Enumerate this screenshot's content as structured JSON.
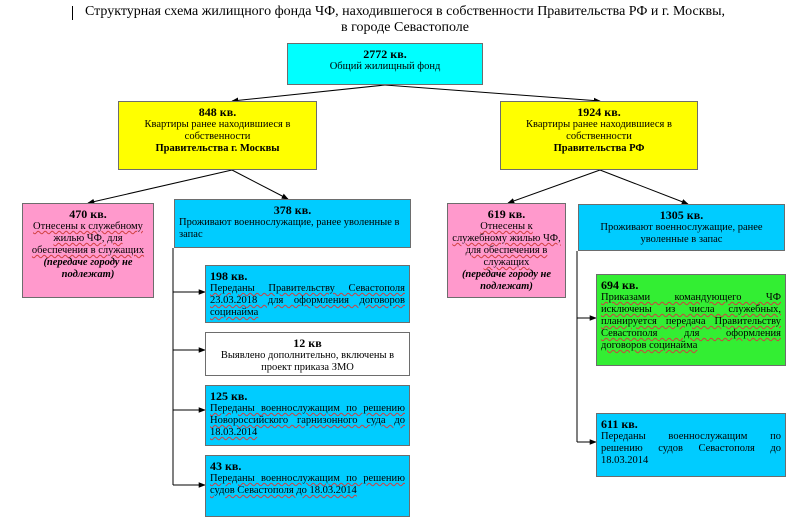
{
  "title": {
    "line1": "Структурная схема жилищного фонда ЧФ, находившегося в собственности Правительства РФ и г. Москвы,",
    "line2": "в городе Севастополе"
  },
  "colors": {
    "root": "#00ffff",
    "owner": "#ffff00",
    "service": "#ff99cc",
    "military": "#00ccff",
    "command_order": "#33ee33",
    "additional": "#ffffff"
  },
  "nodes": {
    "root": {
      "count": "2772 кв.",
      "text": "Общий жилищный фонд"
    },
    "moscow": {
      "count": "848 кв.",
      "text": "Квартиры ранее находившиеся в собственности",
      "owner": "Правительства г. Москвы"
    },
    "rf": {
      "count": "1924 кв.",
      "text": "Квартиры ранее находившиеся в собственности",
      "owner": "Правительства РФ"
    },
    "moscow_service": {
      "count": "470 кв.",
      "text": "Отнесены к служебному жилью ЧФ, для обеспечения в служащих",
      "note": "(передаче городу не подлежат)"
    },
    "moscow_military": {
      "count": "378 кв.",
      "text": "Проживают военнослужащие, ранее уволенные в запас"
    },
    "m_198": {
      "count": "198 кв.",
      "text": "Переданы Правительству Севастополя 23.03.2018 для оформления договоров социнайма"
    },
    "m_12": {
      "count": "12 кв",
      "text": "Выявлено дополнительно, включены в проект приказа ЗМО"
    },
    "m_125": {
      "count": "125 кв.",
      "text": "Переданы военнослужащим по решению Новороссийского гарнизонного суда до 18.03.2014"
    },
    "m_43": {
      "count": "43 кв.",
      "text": "Переданы военнослужащим по решению судов Севастополя до 18.03.2014"
    },
    "rf_service": {
      "count": "619 кв.",
      "text": "Отнесены к служебному жилью ЧФ, для обеспечения в служащих",
      "note": "(передаче городу не подлежат)"
    },
    "rf_military": {
      "count": "1305 кв.",
      "text": "Проживают военнослужащие, ранее уволенные в запас"
    },
    "r_694": {
      "count": "694 кв.",
      "text": "Приказами командующего ЧФ исключены из числа служебных, планируется передача Правительству Севастополя для оформления договоров социнайма"
    },
    "r_611": {
      "count": "611 кв.",
      "text": "Переданы военнослужащим по решению судов Севастополя до 18.03.2014"
    }
  }
}
